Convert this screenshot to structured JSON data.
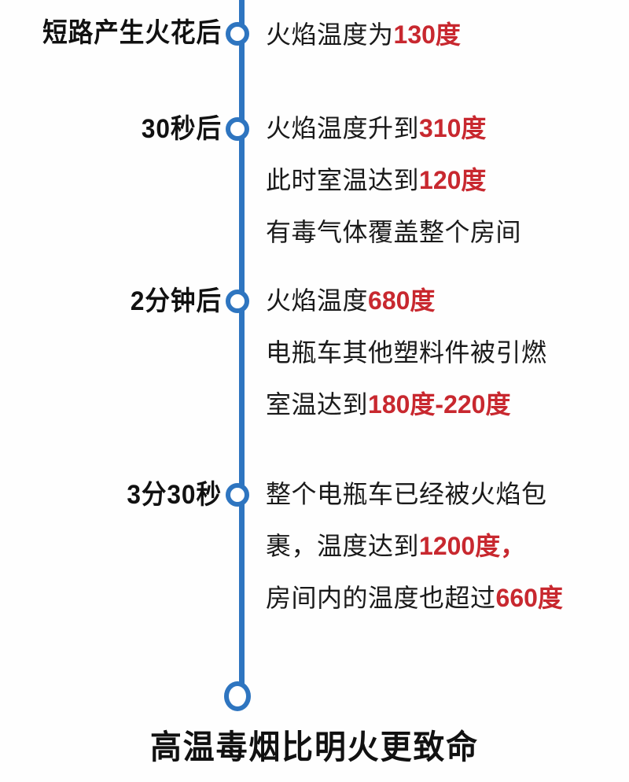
{
  "meta": {
    "background_color": "#fefefe",
    "accent_color": "#2e75c0",
    "highlight_color": "#c8282f",
    "text_color": "#1a1a1a"
  },
  "timeline": {
    "axis_name": "vertical-timeline-axis",
    "events": [
      {
        "label": "短路产生火花后",
        "lines": [
          {
            "plain_before": "火焰温度为",
            "highlight": "130度",
            "plain_after": ""
          }
        ]
      },
      {
        "label": "30秒后",
        "lines": [
          {
            "plain_before": "火焰温度升到",
            "highlight": "310度",
            "plain_after": ""
          },
          {
            "plain_before": "此时室温达到",
            "highlight": "120度",
            "plain_after": ""
          },
          {
            "plain_before": "有毒气体覆盖整个房间",
            "highlight": "",
            "plain_after": ""
          }
        ]
      },
      {
        "label": "2分钟后",
        "lines": [
          {
            "plain_before": "火焰温度",
            "highlight": "680度",
            "plain_after": ""
          },
          {
            "plain_before": "电瓶车其他塑料件被引燃",
            "highlight": "",
            "plain_after": ""
          },
          {
            "plain_before": "室温达到",
            "highlight": "180度-220度",
            "plain_after": ""
          }
        ]
      },
      {
        "label": "3分30秒",
        "lines": [
          {
            "plain_before": "整个电瓶车已经被火焰包",
            "highlight": "",
            "plain_after": ""
          },
          {
            "plain_before": "裹，温度达到",
            "highlight": "1200度，",
            "plain_after": ""
          },
          {
            "plain_before": "房间内的温度也超过",
            "highlight": "660度",
            "plain_after": ""
          }
        ]
      }
    ]
  },
  "conclusion": {
    "text": "高温毒烟比明火更致命"
  }
}
